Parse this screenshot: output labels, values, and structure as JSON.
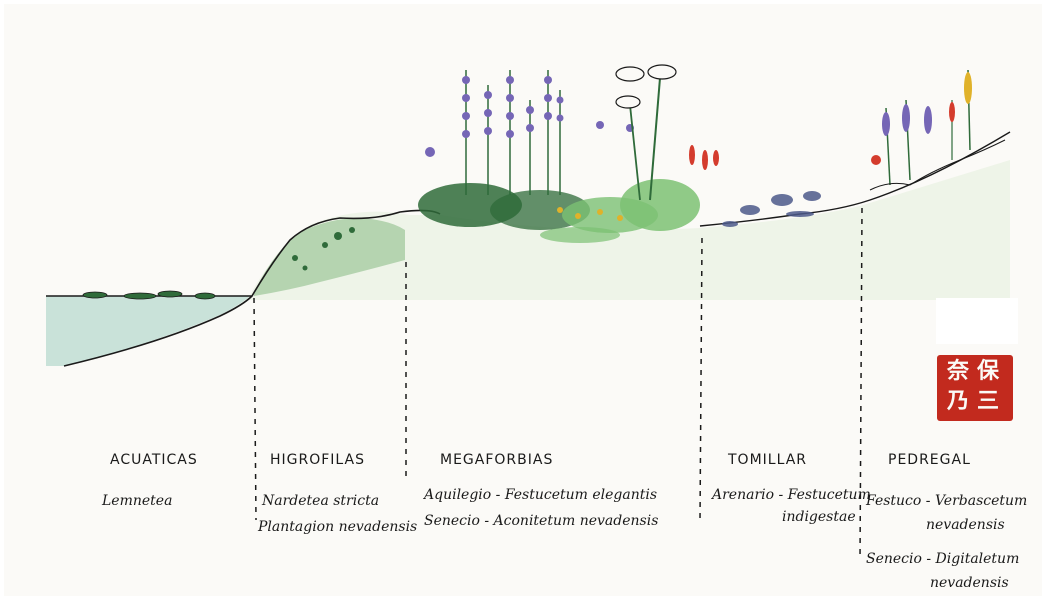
{
  "zones": [
    {
      "title": "ACUATICAS",
      "lines": [
        "Lemnetea"
      ]
    },
    {
      "title": "HIGROFILAS",
      "lines": [
        "Nardetea stricta",
        "Plantagion nevadensis"
      ]
    },
    {
      "title": "MEGAFORBIAS",
      "lines": [
        "Aquilegio - Festucetum elegantis",
        "Senecio - Aconitetum nevadensis"
      ]
    },
    {
      "title": "TOMILLAR",
      "lines": [
        "Arenario - Festucetum",
        "indigestae"
      ]
    },
    {
      "title": "PEDREGAL",
      "lines": [
        "Festuco - Verbascetum",
        "nevadensis",
        "Senecio - Digitaletum",
        "nevadensis"
      ]
    }
  ],
  "seal": {
    "chars": [
      "保",
      "三",
      "奈",
      "乃"
    ],
    "color": "#c22a1e"
  },
  "colors": {
    "water": "#c9e2d9",
    "wet_meadow": "#6fae6c",
    "meadow_fill": "#e4efdc",
    "foliage_dark": "#2f6b3a",
    "foliage_light": "#7cc173",
    "flower_blue": "#7566b6",
    "flower_red": "#d43c2d",
    "flower_yellow": "#e0b22a",
    "rock": "#4d5a8a"
  },
  "icons": [
    "lemna-icon",
    "aconitum-spike-icon",
    "angelica-umbel-icon",
    "thyme-cushion-icon",
    "digitalis-spike-icon",
    "verbascum-spike-icon"
  ]
}
